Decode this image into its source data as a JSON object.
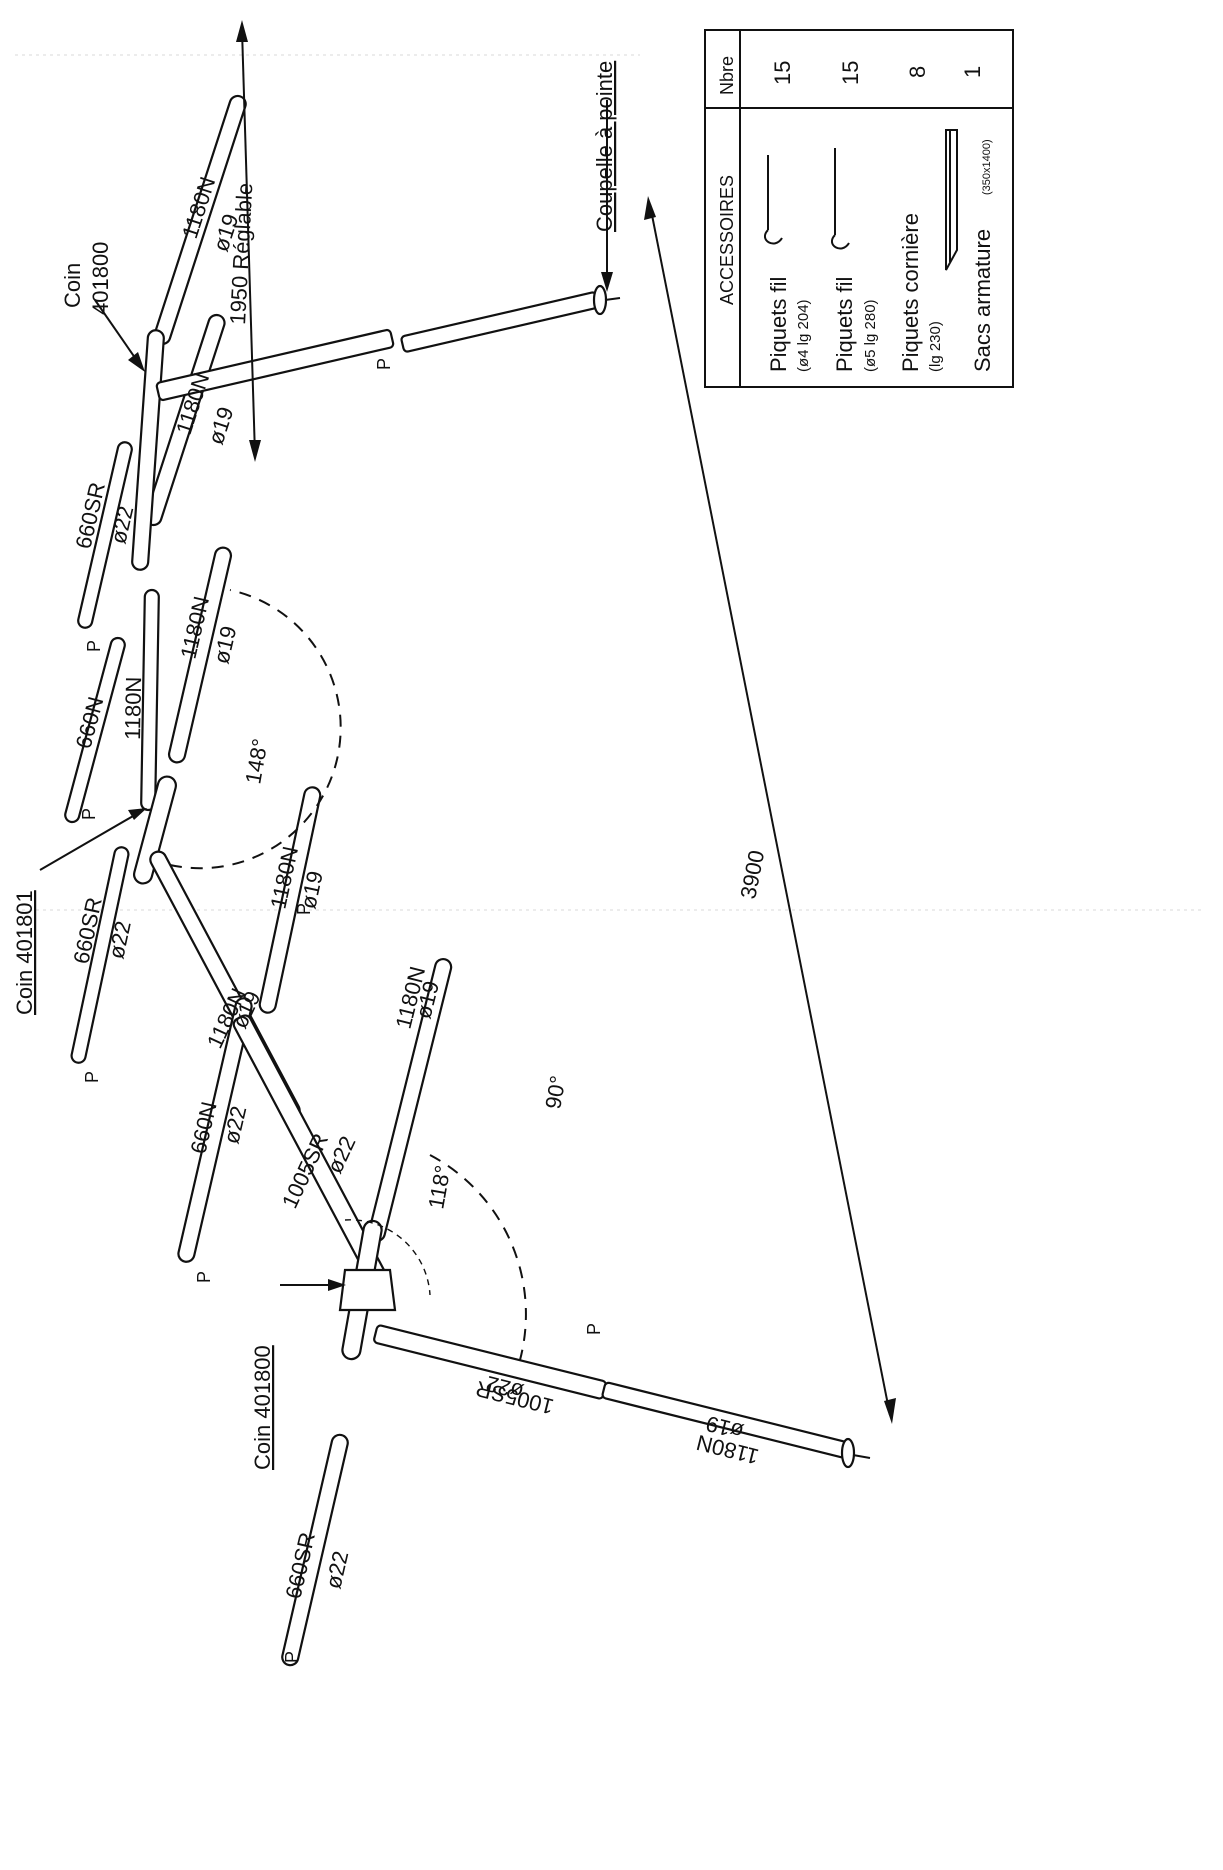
{
  "accessories": {
    "title": "ACCESSOIRES",
    "count_header": "Nbre",
    "rows": [
      {
        "name": "Piquets fil",
        "spec": "(ø4 lg 204)",
        "count": "15",
        "icon": "hook-stake-icon"
      },
      {
        "name": "Piquets fil",
        "spec": "(ø5 lg 280)",
        "count": "15",
        "icon": "hook-stake-icon"
      },
      {
        "name": "Piquets cornière",
        "spec": "(lg 230)",
        "count": "8",
        "icon": "angle-stake-icon"
      },
      {
        "name": "Sacs armature",
        "spec": "(350x1400)",
        "count": "1",
        "icon": ""
      }
    ]
  },
  "labels": {
    "coupelle": "Coupelle à pointe",
    "coin_top": "Coin",
    "coin_top_ref": "401800",
    "coin_middle": "Coin 401801",
    "coin_bottom": "Coin 401800",
    "dim_1950": "1950 Réglable",
    "dim_3900": "3900",
    "angle_148": "148°",
    "angle_118": "118°",
    "angle_90": "90°",
    "p_marker": "P"
  },
  "tubes": [
    {
      "id": "t1",
      "ref": "1180N",
      "dia": "ø19"
    },
    {
      "id": "t2",
      "ref": "1180N",
      "dia": "ø19"
    },
    {
      "id": "t3",
      "ref": "660SR",
      "dia": "ø22"
    },
    {
      "id": "t4",
      "ref": "1180N",
      "dia": "ø19"
    },
    {
      "id": "t5",
      "ref": "660N",
      "dia": ""
    },
    {
      "id": "t6",
      "ref": "1180N",
      "dia": ""
    },
    {
      "id": "t7",
      "ref": "1180N",
      "dia": "ø19"
    },
    {
      "id": "t8",
      "ref": "660SR",
      "dia": "ø22"
    },
    {
      "id": "t9",
      "ref": "1180N",
      "dia": "ø19"
    },
    {
      "id": "t10",
      "ref": "660N",
      "dia": "ø22"
    },
    {
      "id": "t11",
      "ref": "1005SR",
      "dia": "ø22"
    },
    {
      "id": "t12",
      "ref": "1180N",
      "dia": "ø19"
    },
    {
      "id": "t13",
      "ref": "1005SR",
      "dia": "ø22"
    },
    {
      "id": "t14",
      "ref": "1180N",
      "dia": "ø19"
    },
    {
      "id": "t15",
      "ref": "660SR",
      "dia": "ø22"
    }
  ]
}
